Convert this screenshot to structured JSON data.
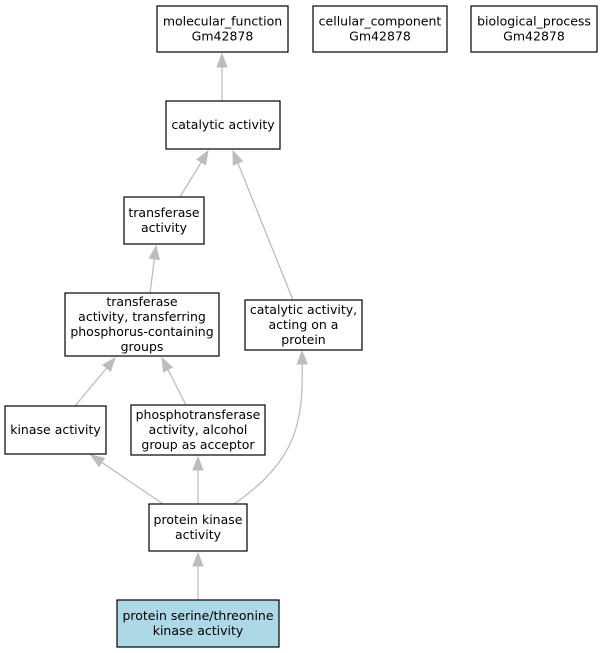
{
  "nodes": [
    {
      "id": "molecular_function",
      "lines": [
        "molecular_function",
        "Gm42878"
      ]
    },
    {
      "id": "cellular_component",
      "lines": [
        "cellular_component",
        "Gm42878"
      ]
    },
    {
      "id": "biological_process",
      "lines": [
        "biological_process",
        "Gm42878"
      ]
    },
    {
      "id": "catalytic_activity",
      "lines": [
        "catalytic activity"
      ]
    },
    {
      "id": "transferase_activity",
      "lines": [
        "transferase",
        "activity"
      ]
    },
    {
      "id": "transferase_phosphorus",
      "lines": [
        "transferase",
        "activity, transferring",
        "phosphorus-containing",
        "groups"
      ]
    },
    {
      "id": "catalytic_on_protein",
      "lines": [
        "catalytic activity,",
        "acting on a",
        "protein"
      ]
    },
    {
      "id": "kinase_activity",
      "lines": [
        "kinase activity"
      ]
    },
    {
      "id": "phosphotransferase_alcohol",
      "lines": [
        "phosphotransferase",
        "activity, alcohol",
        "group as acceptor"
      ]
    },
    {
      "id": "protein_kinase_activity",
      "lines": [
        "protein kinase",
        "activity"
      ]
    },
    {
      "id": "protein_ser_thr_kinase",
      "lines": [
        "protein serine/threonine",
        "kinase activity"
      ],
      "highlight": true
    }
  ],
  "edges": [
    {
      "from": "catalytic_activity",
      "to": "molecular_function"
    },
    {
      "from": "transferase_activity",
      "to": "catalytic_activity"
    },
    {
      "from": "catalytic_on_protein",
      "to": "catalytic_activity"
    },
    {
      "from": "transferase_phosphorus",
      "to": "transferase_activity"
    },
    {
      "from": "kinase_activity",
      "to": "transferase_phosphorus"
    },
    {
      "from": "phosphotransferase_alcohol",
      "to": "transferase_phosphorus"
    },
    {
      "from": "protein_kinase_activity",
      "to": "kinase_activity"
    },
    {
      "from": "protein_kinase_activity",
      "to": "phosphotransferase_alcohol"
    },
    {
      "from": "protein_kinase_activity",
      "to": "catalytic_on_protein"
    },
    {
      "from": "protein_ser_thr_kinase",
      "to": "protein_kinase_activity"
    }
  ],
  "colors": {
    "highlight_fill": "#add8e6",
    "edge": "#bdbdbd",
    "border": "#000000"
  }
}
